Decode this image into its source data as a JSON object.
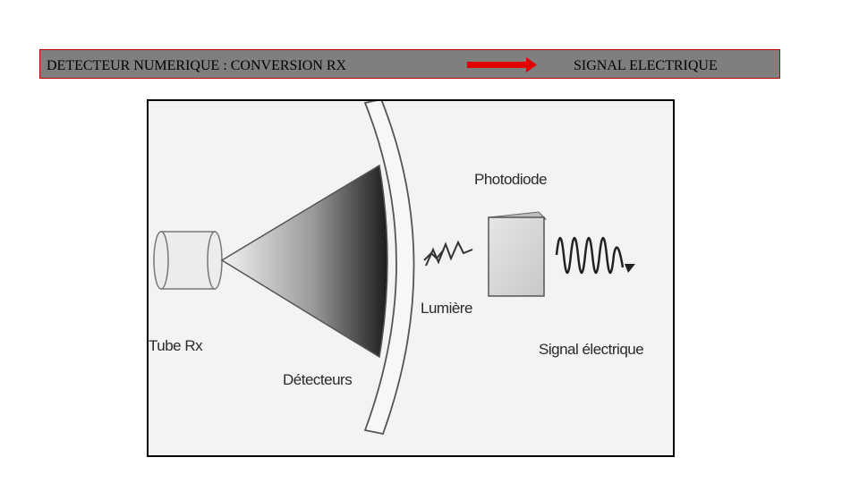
{
  "header": {
    "left_text": "DETECTEUR NUMERIQUE : CONVERSION RX",
    "right_text": "SIGNAL ELECTRIQUE",
    "accent_color": "#e00000",
    "background_color": "#7f7f7f"
  },
  "diagram": {
    "labels": {
      "tube": "Tube Rx",
      "detectors": "Détecteurs",
      "light": "Lumière",
      "photodiode": "Photodiode",
      "signal": "Signal électrique"
    }
  }
}
